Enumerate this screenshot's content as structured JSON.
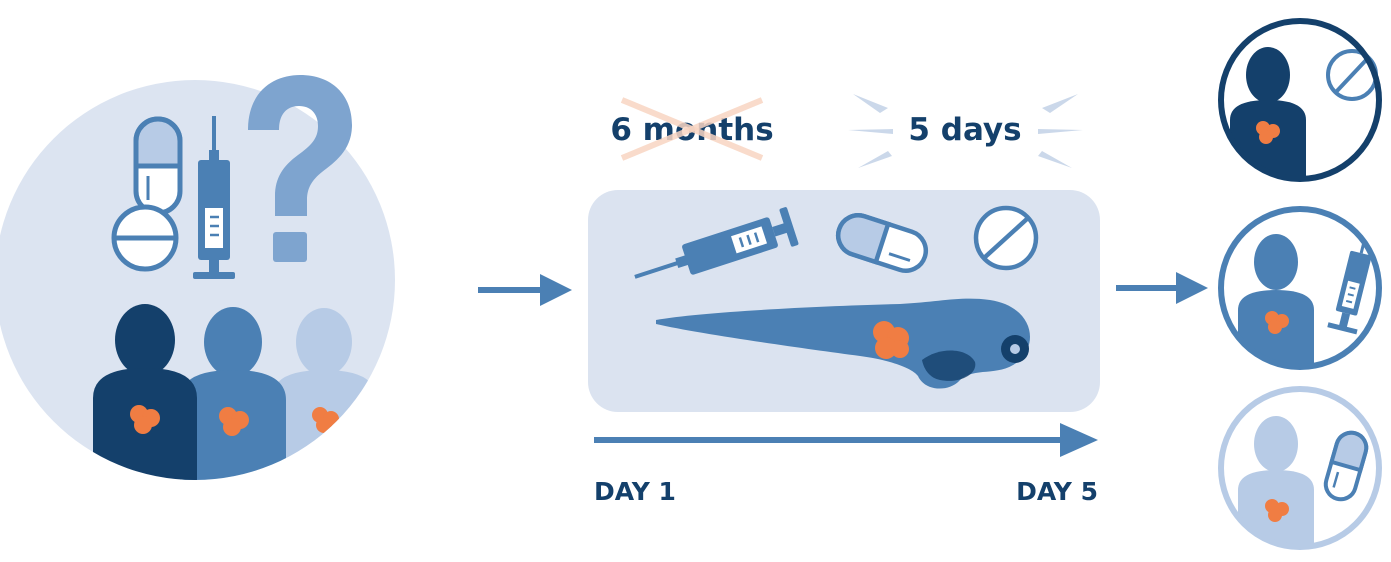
{
  "comparison": {
    "old_duration": "6 months",
    "new_duration": "5 days"
  },
  "timeline": {
    "start_label": "DAY 1",
    "end_label": "DAY 5"
  },
  "colors": {
    "dark_navy": "#14406b",
    "mid_blue": "#4b80b4",
    "light_blue": "#b7cbe6",
    "background_circle": "#dce4f1",
    "panel": "#dbe3f0",
    "tumor": "#f07d43",
    "question_mark": "#7ea4cf",
    "cross_out": "#f8d5c2"
  },
  "icons": {
    "left_group": [
      "pill-capsule-icon",
      "syringe-icon",
      "tablet-icon",
      "question-mark-icon",
      "patient-dark-icon",
      "patient-mid-icon",
      "patient-light-icon"
    ],
    "panel": [
      "syringe-icon",
      "pill-capsule-icon",
      "tablet-icon",
      "zebrafish-larva-icon"
    ],
    "results": [
      "patient-tablet-result-icon",
      "patient-syringe-result-icon",
      "patient-capsule-result-icon"
    ]
  }
}
